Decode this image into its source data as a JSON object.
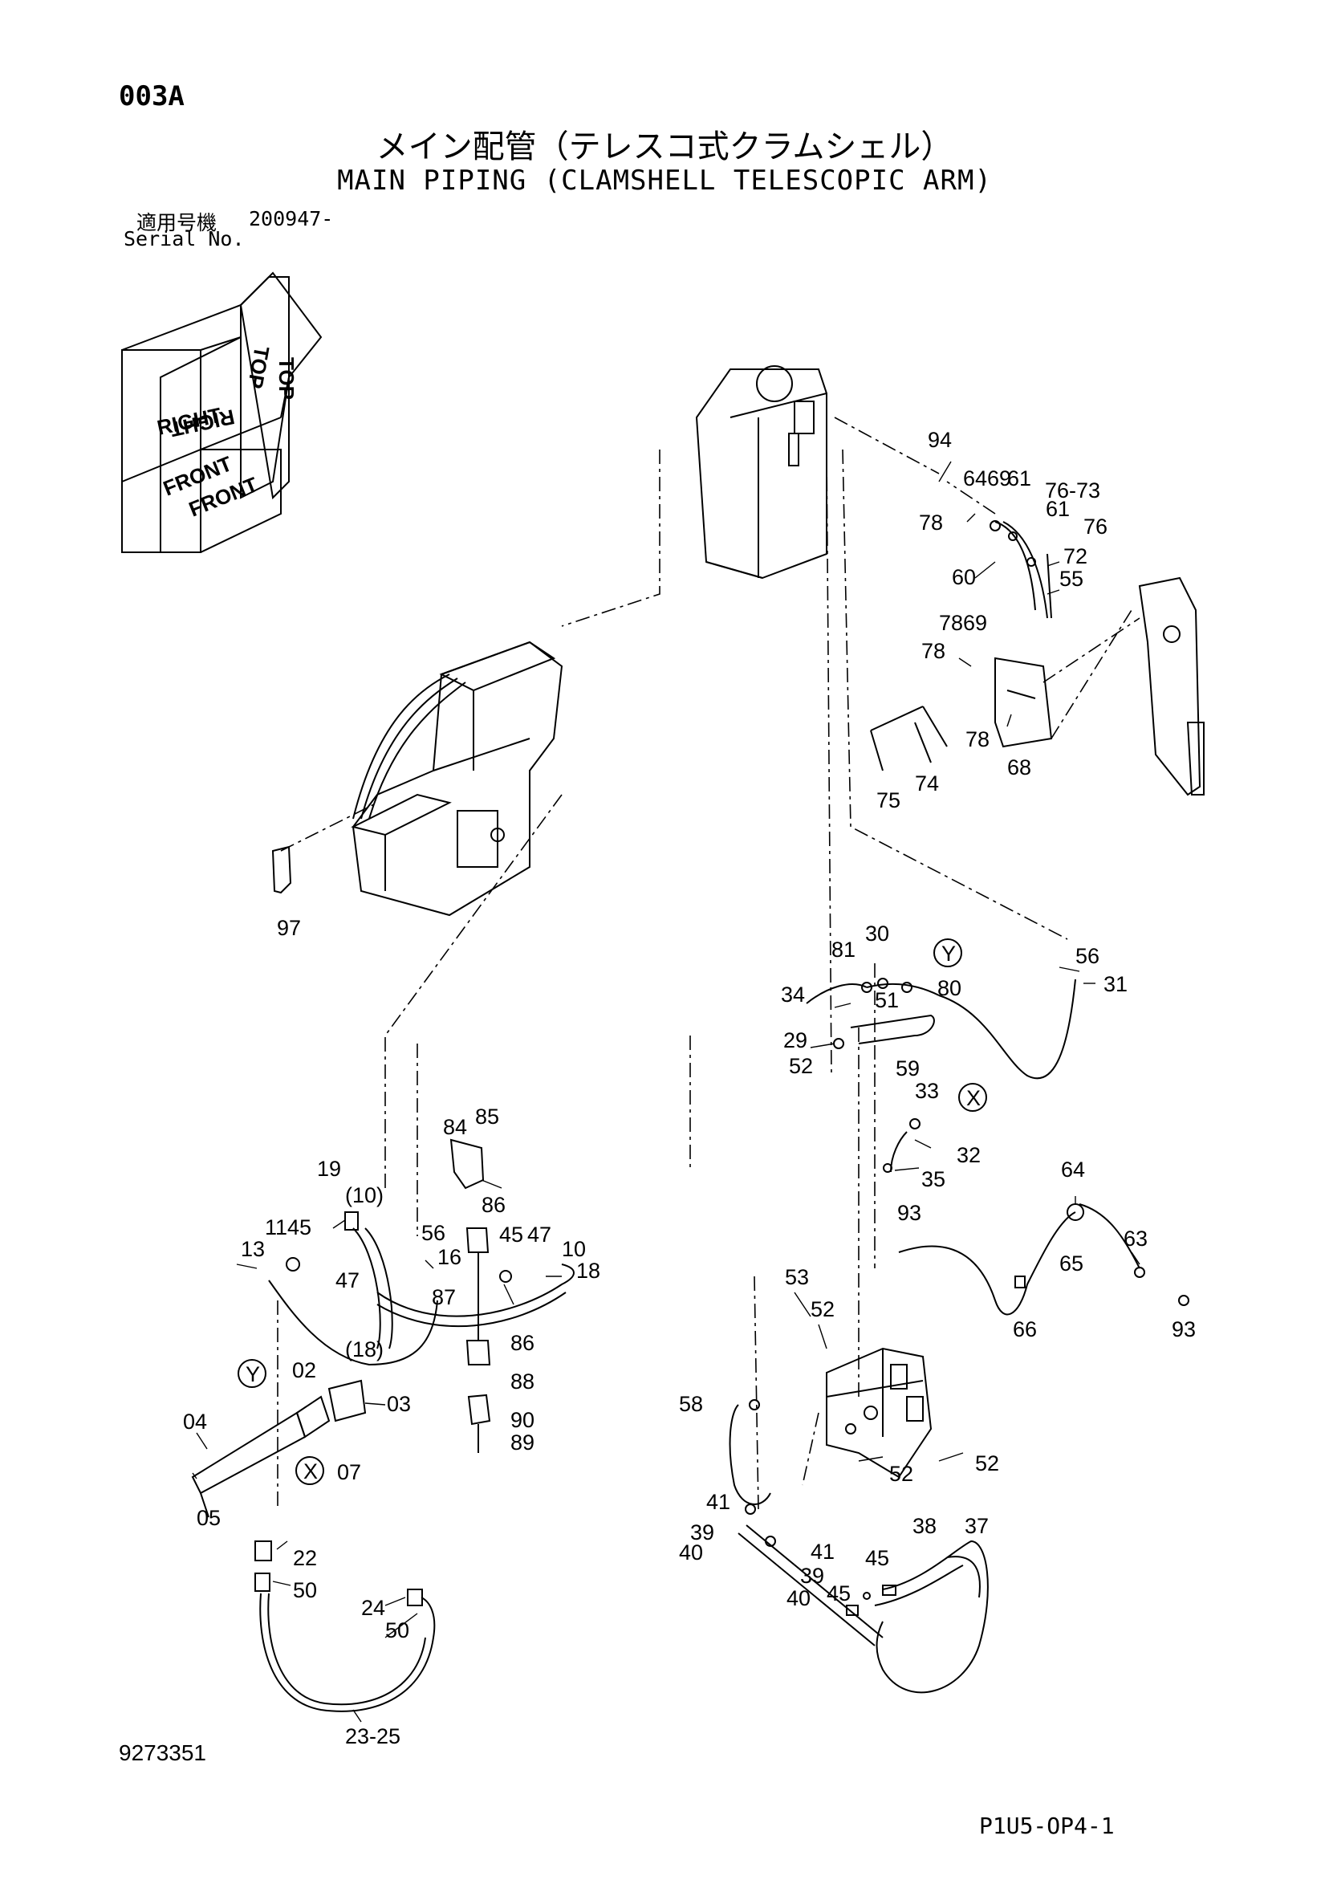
{
  "header": {
    "page_code": "003A",
    "title_ja": "メイン配管（テレスコ式クラムシェル）",
    "title_en": "MAIN PIPING (CLAMSHELL TELESCOPIC ARM)",
    "serial_label_ja": "適用号機",
    "serial_value": "200947-",
    "serial_label_en": "Serial No."
  },
  "orientation": {
    "top": "TOP",
    "right": "RIGHT",
    "front": "FRONT"
  },
  "footer": {
    "drawing_number": "9273351",
    "page_reference": "P1U5-OP4-1"
  },
  "callouts": {
    "c94": "94",
    "c6469": "6469",
    "c61a": "61",
    "c7673": "76-73",
    "c61b": "61",
    "c76": "76",
    "c78a": "78",
    "c72": "72",
    "c60": "60",
    "c55": "55",
    "c7869": "7869",
    "c78b": "78",
    "c78c": "78",
    "c68": "68",
    "c74": "74",
    "c75": "75",
    "c97": "97",
    "c81": "81",
    "c30": "30",
    "c80": "80",
    "c56a": "56",
    "c31": "31",
    "c34": "34",
    "c51": "51",
    "c29": "29",
    "c52a": "52",
    "c59": "59",
    "c33": "33",
    "c32": "32",
    "c35": "35",
    "c64": "64",
    "c93a": "93",
    "c63": "63",
    "c65": "65",
    "c66": "66",
    "c93b": "93",
    "c53": "53",
    "c52b": "52",
    "c58": "58",
    "c52c": "52",
    "c52d": "52",
    "c41a": "41",
    "c39a": "39",
    "c40a": "40",
    "c41b": "41",
    "c39b": "39",
    "c40b": "40",
    "c38": "38",
    "c37": "37",
    "c45a": "45",
    "c45b": "45",
    "c84": "84",
    "c85": "85",
    "c19": "19",
    "c10p": "(10)",
    "c1145": "1145",
    "c56b": "56",
    "c86a": "86",
    "c13": "13",
    "c47a": "47",
    "c16": "16",
    "c45c": "45",
    "c47b": "47",
    "c10": "10",
    "c18": "18",
    "c87": "87",
    "c18p": "(18)",
    "c86b": "86",
    "c88": "88",
    "c02": "02",
    "c03": "03",
    "c90": "90",
    "c89": "89",
    "c04": "04",
    "c07": "07",
    "c05": "05",
    "c22": "22",
    "c50a": "50",
    "c24": "24",
    "c50b": "50",
    "c2325": "23-25"
  },
  "markers": {
    "y_top": "Y",
    "x_top": "X",
    "y_left": "Y",
    "x_left": "X"
  }
}
